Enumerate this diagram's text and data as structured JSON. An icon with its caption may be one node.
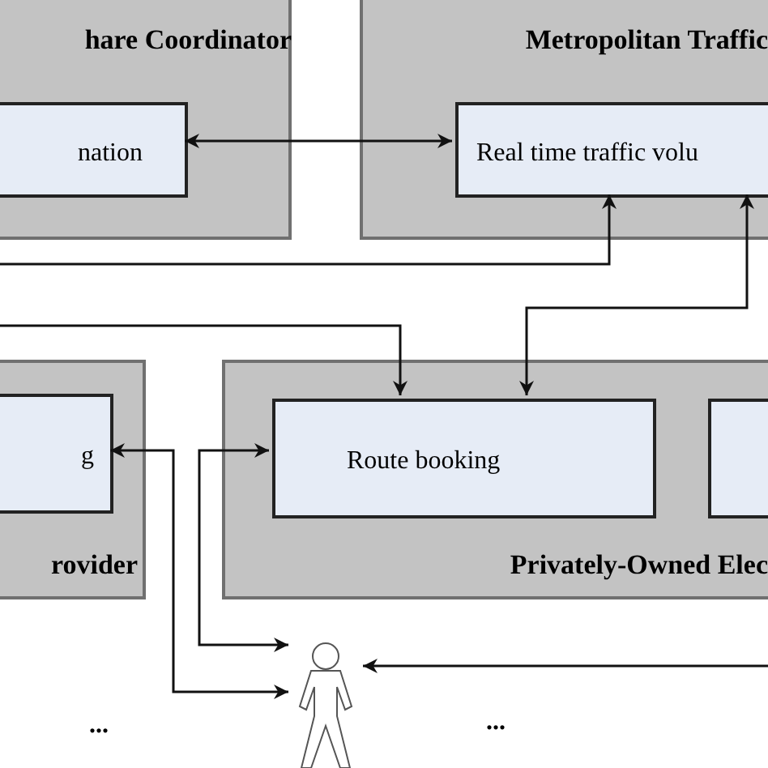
{
  "diagram": {
    "nodes": [
      {
        "text": [
          "hare Coordinator"
        ]
      },
      {
        "text": [
          "nation"
        ],
        "in": 0
      },
      {
        "text": [
          "Metropolitan Traffic"
        ]
      },
      {
        "text": [
          "Real time traffic volu"
        ],
        "in": 2
      },
      {
        "text": [
          "rovider"
        ]
      },
      {
        "text": [
          "g"
        ],
        "in": 4
      },
      {
        "text": [
          "Privately-Owned Elec"
        ]
      },
      {
        "text": [
          "Route booking"
        ],
        "in": 6
      },
      {
        "text": [],
        "shape": "box",
        "in": 6
      },
      {
        "text": [],
        "shape": "person"
      }
    ],
    "edges": [
      {
        "from": 1,
        "to": 3,
        "arrow": "both"
      },
      {
        "from": null,
        "to": 3,
        "arrow": "to"
      },
      {
        "from": 3,
        "to": 7,
        "arrow": "both"
      },
      {
        "from": null,
        "to": 7,
        "arrow": "to"
      },
      {
        "from": 5,
        "to": 9,
        "arrow": "both"
      },
      {
        "from": 7,
        "to": 9,
        "arrow": "both"
      },
      {
        "from": null,
        "to": 9,
        "arrow": "to"
      }
    ],
    "labels": [
      "...",
      "..."
    ]
  }
}
